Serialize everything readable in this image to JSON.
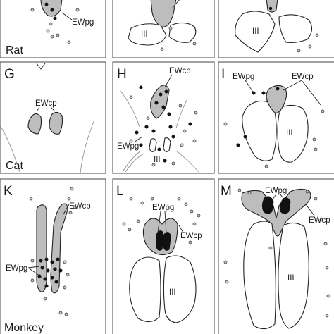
{
  "panels": {
    "f": {
      "species": "Rat",
      "labels": {
        "ewpg": "EWpg"
      }
    },
    "e2": {
      "labels": {
        "iii": "III"
      }
    },
    "e3": {
      "labels": {
        "iii": "III"
      }
    },
    "g": {
      "letter": "G",
      "species": "Cat",
      "labels": {
        "ewcp": "EWcp"
      }
    },
    "h": {
      "letter": "H",
      "labels": {
        "ewcp": "EWcp",
        "ewpg": "EWpg",
        "iii": "III"
      }
    },
    "i": {
      "letter": "I",
      "labels": {
        "ewpg": "EWpg",
        "ewcp": "EWcp",
        "iii": "III"
      }
    },
    "k": {
      "letter": "K",
      "species": "Monkey",
      "labels": {
        "ewcp": "EWcp",
        "ewpg": "EWpg"
      }
    },
    "l": {
      "letter": "L",
      "labels": {
        "ewpg": "EWpg",
        "ewcp": "EWcp",
        "iii": "III"
      }
    },
    "m": {
      "letter": "M",
      "labels": {
        "ewpg": "EWpg",
        "ewcp": "EWcp",
        "iii": "III"
      }
    }
  },
  "colors": {
    "nucleus_fill": "#bdbdbd",
    "neuron_filled": "#111111",
    "neuron_open": "#c9c9c9"
  }
}
